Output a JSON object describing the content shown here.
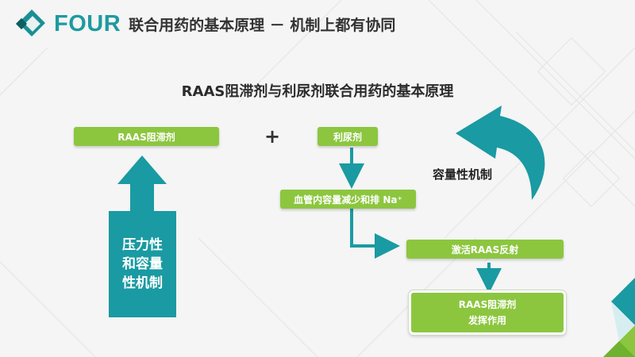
{
  "header": {
    "section": "FOUR",
    "title": "联合用药的基本原理 － 机制上都有协同"
  },
  "subtitle": "RAAS阻滞剂与利尿剂联合用药的基本原理",
  "diagram": {
    "raas_box": "RAAS阻滞剂",
    "plus": "+",
    "diuretic_box": "利尿剂",
    "volume_box": "血管内容量减少和排 Na⁺",
    "activate_box": "激活RAAS反射",
    "effect_box": {
      "line1": "RAAS阻滞剂",
      "line2": "发挥作用"
    },
    "pressure_block": [
      "压力性",
      "和容量",
      "性机制"
    ],
    "volume_mechanism_label": "容量性机制"
  },
  "colors": {
    "green": "#8cc63f",
    "teal": "#1a9aa2",
    "title_teal": "#1e9aa0",
    "background": "#f4f5f4"
  }
}
